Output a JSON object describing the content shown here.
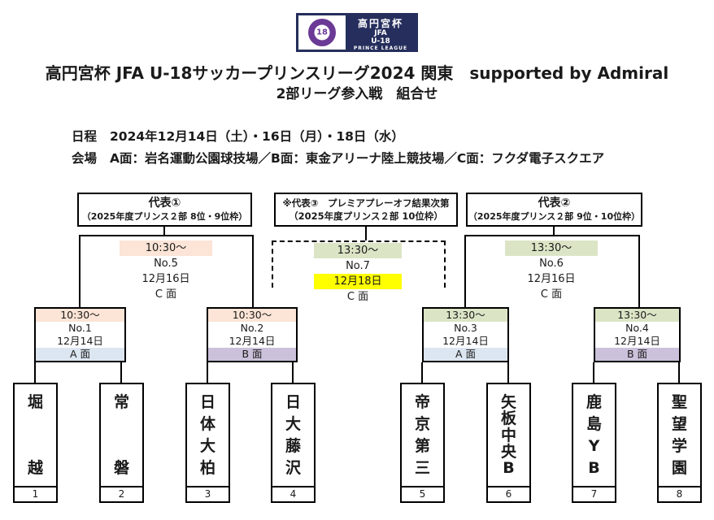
{
  "logo": {
    "emblem_text": "18",
    "title_jp": "高円宮杯",
    "org": "JFA",
    "division": "U-18",
    "league": "PRINCE LEAGUE",
    "navy": "#252e5c",
    "purple": "#6b3a96"
  },
  "title": "高円宮杯 JFA U-18サッカープリンスリーグ2024 関東　supported by Admiral",
  "subtitle": "2部リーグ参入戦　組合せ",
  "info": {
    "schedule_label": "日程",
    "schedule": "2024年12月14日（土）・16日（月）・18日（水）",
    "venue_label": "会場",
    "venue": "A面：岩名運動公園球技場／B面：東金アリーナ陸上競技場／C面：フクダ電子スクエア"
  },
  "headers": [
    {
      "title": "代表①",
      "subtitle": "（2025年度プリンス２部 8位・9位枠）"
    },
    {
      "title": "※代表③　プレミアプレーオフ結果次第",
      "subtitle": "（2025年度プリンス２部 10位枠）"
    },
    {
      "title": "代表②",
      "subtitle": "（2025年度プリンス２部 9位・10位枠）"
    }
  ],
  "colors": {
    "peach": "#fce4d6",
    "green": "#dbe5c6",
    "yellow": "#ffff00",
    "blue": "#dce6f1",
    "lavender": "#ccc1da"
  },
  "matches": [
    {
      "no": "No.1",
      "time": "10:30～",
      "date": "12月14日",
      "venue": "A 面",
      "time_bg": "#fce4d6",
      "date_bg": "",
      "venue_bg": "#dce6f1"
    },
    {
      "no": "No.2",
      "time": "10:30～",
      "date": "12月14日",
      "venue": "B 面",
      "time_bg": "#fce4d6",
      "date_bg": "",
      "venue_bg": "#ccc1da"
    },
    {
      "no": "No.3",
      "time": "13:30～",
      "date": "12月14日",
      "venue": "A 面",
      "time_bg": "#dbe5c6",
      "date_bg": "",
      "venue_bg": "#dce6f1"
    },
    {
      "no": "No.4",
      "time": "13:30～",
      "date": "12月14日",
      "venue": "B 面",
      "time_bg": "#dbe5c6",
      "date_bg": "",
      "venue_bg": "#ccc1da"
    },
    {
      "no": "No.5",
      "time": "10:30～",
      "date": "12月16日",
      "venue": "C 面",
      "time_bg": "#fce4d6",
      "date_bg": "",
      "venue_bg": ""
    },
    {
      "no": "No.6",
      "time": "13:30～",
      "date": "12月16日",
      "venue": "C 面",
      "time_bg": "#dbe5c6",
      "date_bg": "",
      "venue_bg": ""
    },
    {
      "no": "No.7",
      "time": "13:30～",
      "date": "12月18日",
      "venue": "C 面",
      "time_bg": "#dbe5c6",
      "date_bg": "#ffff00",
      "venue_bg": ""
    }
  ],
  "teams": [
    {
      "name": "堀越",
      "seed": "1"
    },
    {
      "name": "常磐",
      "seed": "2"
    },
    {
      "name": "日体大柏",
      "seed": "3"
    },
    {
      "name": "日大藤沢",
      "seed": "4"
    },
    {
      "name": "帝京第三",
      "seed": "5"
    },
    {
      "name": "矢板中央B",
      "seed": "6"
    },
    {
      "name": "鹿島YB",
      "seed": "7"
    },
    {
      "name": "聖望学園",
      "seed": "8"
    }
  ]
}
